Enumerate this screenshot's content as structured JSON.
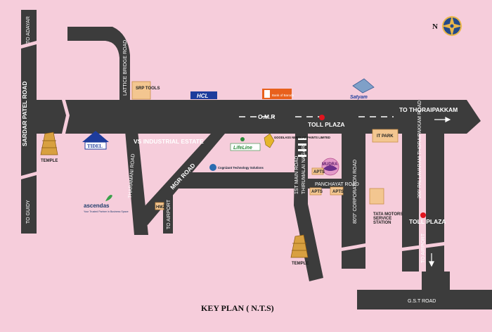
{
  "map": {
    "key_plan_label": "KEY PLAN  ( N.T.S)",
    "compass_letter": "N",
    "colors": {
      "background": "#f6cddb",
      "road": "#3c3c3c",
      "toll_marker": "#e0141e",
      "landmark_box": "#f3c690"
    },
    "roads": {
      "sardar_patel": "SARDAR PATEL ROAD",
      "omr": "O.M.R",
      "vs_industrial": "VS INDUSTRIAL ESTATE",
      "tharamani": "THARAMANI ROAD",
      "mgr": "MGR ROAD",
      "lattice_bridge": "LATTICE BRIDGE ROAD",
      "main_road_1st": "1ST MAIN ROAD",
      "thirumalai_nagar": "THIRUMALAI NAGAR",
      "panchayat": "PANCHAYAT ROAD",
      "corporation": "80'0\" CORPORATION  ROAD",
      "pallavaram": "200' PALLAVARAM THORAIPAKKAM ROAD",
      "gst": "G.S.T ROAD"
    },
    "directions": {
      "to_adayar": "TO ADAYAR",
      "to_guidy": "TO GUIDY",
      "to_thoraipakkam": "TO THORAIPAKKAM",
      "to_airport_1": "TO AIRPORT",
      "to_airport_2": "TO AIRPORT"
    },
    "toll_plaza_1": "TOLL PLAZA",
    "toll_plaza_2": "TOLL PLAZA",
    "landmarks": {
      "srp_tools": "SRP TOOLS",
      "hcl": "HCL",
      "bank": "Bank of Baroda",
      "satyam": "Satyam",
      "tidel": "TIDEL",
      "temple_1": "TEMPLE",
      "temple_2": "TEMPLE",
      "lifeline": "LifeLine",
      "goodlass": "GOODLASS NEROLAC PAINTS LIMITED",
      "cognizant": "Cognizant Technology Solutions",
      "ascendas": "ascendas",
      "ascendas_tag": "Your Trusted Partner in Business Space",
      "mudra": "MUDRA",
      "it_park": "IT PARK",
      "apts_1": "APTS",
      "apts_2": "APTS",
      "apts_3": "APTS",
      "hmz": "HMZ",
      "tata_motors": "TATA MOTORS SERVICE STATION"
    }
  }
}
